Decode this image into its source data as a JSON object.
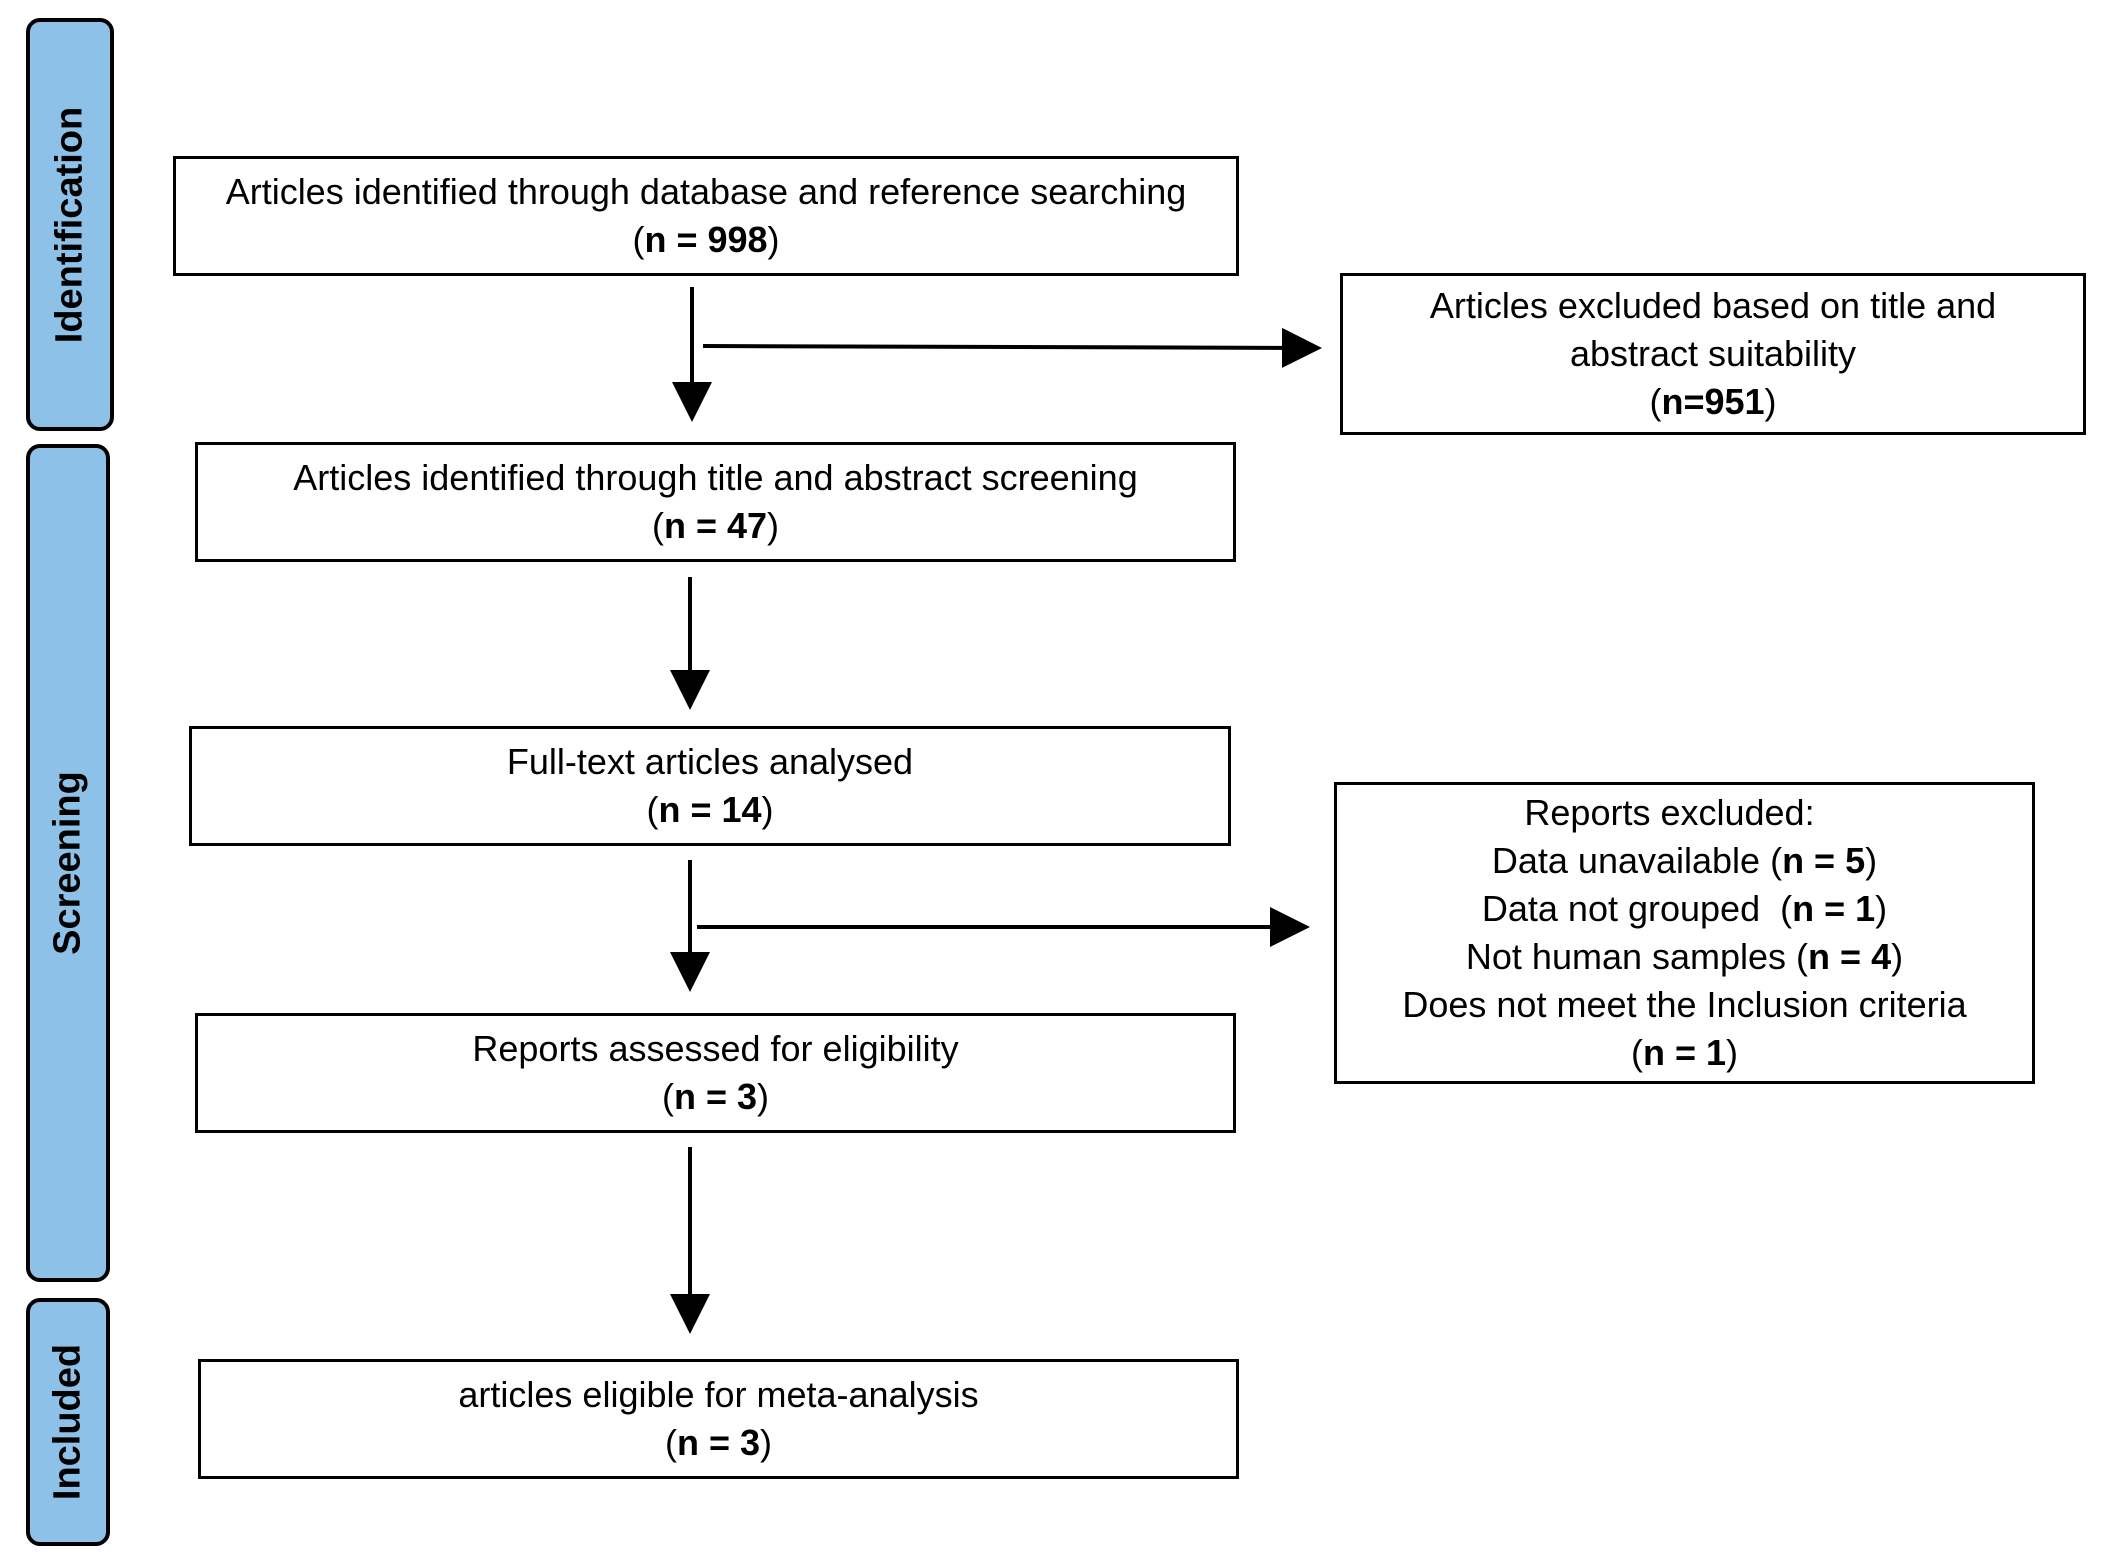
{
  "phases": {
    "identification": "Identification",
    "screening": "Screening",
    "included": "Included"
  },
  "boxes": {
    "identified": {
      "text": "Articles identified through database and reference searching",
      "count_prefix": "(",
      "count": "n = 998",
      "count_suffix": ")"
    },
    "excluded_title": {
      "line1": "Articles excluded based on title and",
      "line2": "abstract suitability",
      "count_prefix": "(",
      "count": "n=951",
      "count_suffix": ")"
    },
    "screened": {
      "text": "Articles identified through title and abstract screening",
      "count_prefix": "(",
      "count": "n = 47",
      "count_suffix": ")"
    },
    "fulltext": {
      "text": "Full-text articles analysed",
      "count_prefix": "(",
      "count": "n = 14",
      "count_suffix": ")"
    },
    "reports_excluded": {
      "heading": "Reports excluded:",
      "reasons": [
        {
          "label": "Data unavailable (",
          "count": "n = 5",
          "suffix": ")"
        },
        {
          "label": "Data not grouped  (",
          "count": "n = 1",
          "suffix": ")"
        },
        {
          "label": "Not human samples (",
          "count": "n = 4",
          "suffix": ")"
        },
        {
          "label": "Does not meet the Inclusion criteria",
          "count": "",
          "suffix": ""
        }
      ],
      "last_count_prefix": "(",
      "last_count": "n = 1",
      "last_count_suffix": ")"
    },
    "eligibility": {
      "text": "Reports assessed for eligibility",
      "count_prefix": "(",
      "count": "n = 3",
      "count_suffix": ")"
    },
    "included": {
      "text": "articles eligible for meta-analysis",
      "count_prefix": "(",
      "count": "n = 3",
      "count_suffix": ")"
    }
  }
}
